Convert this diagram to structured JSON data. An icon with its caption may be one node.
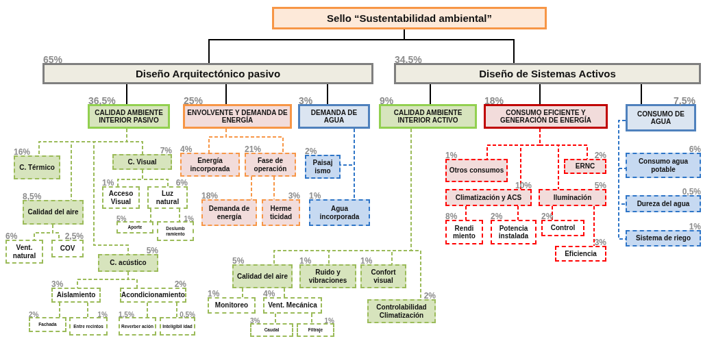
{
  "diagram": {
    "nodes": [
      {
        "text": [
          "Sello “Sustentabilidad ambiental”"
        ]
      },
      {
        "text": [
          "Diseño Arquitectónico pasivo"
        ],
        "beside": [
          "65%"
        ]
      },
      {
        "text": [
          "Diseño de Sistemas Activos"
        ],
        "beside": [
          "34,5%"
        ]
      },
      {
        "text": [
          "CALIDAD AMBIENTE INTERIOR PASIVO"
        ],
        "beside": [
          "36,5%"
        ]
      },
      {
        "text": [
          "ENVOLVENTE Y DEMANDA DE ENERGÍA"
        ],
        "beside": [
          "25%"
        ]
      },
      {
        "text": [
          "DEMANDA DE AGUA"
        ],
        "beside": [
          "3%"
        ]
      },
      {
        "text": [
          "CALIDAD AMBIENTE INTERIOR ACTIVO"
        ],
        "beside": [
          "9%"
        ]
      },
      {
        "text": [
          "CONSUMO EFICIENTE Y GENERACIÓN DE ENERGÍA"
        ],
        "beside": [
          "18%"
        ]
      },
      {
        "text": [
          "CONSUMO DE AGUA"
        ],
        "beside": [
          "7,5%"
        ]
      },
      {
        "text": [
          "C. Térmico"
        ],
        "beside": [
          "16%"
        ]
      },
      {
        "text": [
          "C. Visual"
        ],
        "beside": [
          "7%"
        ]
      },
      {
        "text": [
          "Acceso Visual"
        ],
        "beside": [
          "1%"
        ]
      },
      {
        "text": [
          "Luz natural"
        ],
        "beside": [
          "6%"
        ]
      },
      {
        "text": [
          "Aporte"
        ],
        "beside": [
          "5%"
        ]
      },
      {
        "text": [
          "Deslumb ramiento"
        ],
        "beside": [
          "1%"
        ]
      },
      {
        "text": [
          "Calidad del aire"
        ],
        "beside": [
          "8,5%"
        ]
      },
      {
        "text": [
          "Vent. natural"
        ],
        "beside": [
          "6%"
        ]
      },
      {
        "text": [
          "COV"
        ],
        "beside": [
          "2,5%"
        ]
      },
      {
        "text": [
          "C. acústico"
        ],
        "beside": [
          "5%"
        ]
      },
      {
        "text": [
          "Aislamiento"
        ],
        "beside": [
          "3%"
        ]
      },
      {
        "text": [
          "Acondicionamiento"
        ],
        "beside": [
          "2%"
        ]
      },
      {
        "text": [
          "Fachada"
        ],
        "beside": [
          "2%"
        ]
      },
      {
        "text": [
          "Entre recintos"
        ],
        "beside": [
          "1%"
        ]
      },
      {
        "text": [
          "Reverber ación"
        ],
        "beside": [
          "1,5%"
        ]
      },
      {
        "text": [
          "Inteligibil idad"
        ],
        "beside": [
          "0,5%"
        ]
      },
      {
        "text": [
          "Energía incorporada"
        ],
        "beside": [
          "4%"
        ]
      },
      {
        "text": [
          "Fase de operación"
        ],
        "beside": [
          "21%"
        ]
      },
      {
        "text": [
          "Demanda de energía"
        ],
        "beside": [
          "18%"
        ]
      },
      {
        "text": [
          "Herme ticidad"
        ],
        "beside": [
          "3%"
        ]
      },
      {
        "text": [
          "Paisaj ismo"
        ],
        "beside": [
          "2%"
        ]
      },
      {
        "text": [
          "Agua incorporada"
        ],
        "beside": [
          "1%"
        ]
      },
      {
        "text": [
          "Calidad del aire"
        ],
        "beside": [
          "5%"
        ]
      },
      {
        "text": [
          "Ruido y vibraciones"
        ],
        "beside": [
          "1%"
        ]
      },
      {
        "text": [
          "Confort visual"
        ],
        "beside": [
          "1%"
        ]
      },
      {
        "text": [
          "Controlabilidad Climatización"
        ],
        "beside": [
          "2%"
        ]
      },
      {
        "text": [
          "Monitoreo"
        ],
        "beside": [
          "1%"
        ]
      },
      {
        "text": [
          "Vent. Mecánica"
        ],
        "beside": [
          "4%"
        ]
      },
      {
        "text": [
          "Caudal"
        ],
        "beside": [
          "3%"
        ]
      },
      {
        "text": [
          "Filtraje"
        ],
        "beside": [
          "1%"
        ]
      },
      {
        "text": [
          "Otros consumos"
        ],
        "beside": [
          "1%"
        ]
      },
      {
        "text": [
          "ERNC"
        ],
        "beside": [
          "2%"
        ]
      },
      {
        "text": [
          "Climatización y ACS"
        ],
        "beside": [
          "10%"
        ]
      },
      {
        "text": [
          "Iluminación"
        ],
        "beside": [
          "5%"
        ]
      },
      {
        "text": [
          "Rendi miento"
        ],
        "beside": [
          "8%"
        ]
      },
      {
        "text": [
          "Potencia instalada"
        ],
        "beside": [
          "2%"
        ]
      },
      {
        "text": [
          "Control"
        ],
        "beside": [
          "2%"
        ]
      },
      {
        "text": [
          "Eficiencia"
        ],
        "beside": [
          "3%"
        ]
      },
      {
        "text": [
          "Consumo agua potable"
        ],
        "beside": [
          "6%"
        ]
      },
      {
        "text": [
          "Dureza del agua"
        ],
        "beside": [
          "0,5%"
        ]
      },
      {
        "text": [
          "Sistema de riego"
        ],
        "beside": [
          "1%"
        ]
      }
    ],
    "edges": [
      {
        "from": 0,
        "to": 1,
        "arrow": "none",
        "color": "#000000"
      },
      {
        "from": 0,
        "to": 2,
        "arrow": "none",
        "color": "#000000"
      },
      {
        "from": 1,
        "to": 3,
        "arrow": "none",
        "color": "#000000"
      },
      {
        "from": 1,
        "to": 4,
        "arrow": "none",
        "color": "#000000"
      },
      {
        "from": 1,
        "to": 5,
        "arrow": "none",
        "color": "#000000"
      },
      {
        "from": 2,
        "to": 6,
        "arrow": "none",
        "color": "#000000"
      },
      {
        "from": 2,
        "to": 7,
        "arrow": "none",
        "color": "#000000"
      },
      {
        "from": 2,
        "to": 8,
        "arrow": "none",
        "color": "#000000"
      },
      {
        "from": 3,
        "to": 9,
        "arrow": "none",
        "style": "dashed",
        "color": "#9bbb59"
      },
      {
        "from": 3,
        "to": 10,
        "arrow": "none",
        "style": "dashed",
        "color": "#9bbb59"
      },
      {
        "from": 3,
        "to": 15,
        "arrow": "none",
        "style": "dashed",
        "color": "#9bbb59"
      },
      {
        "from": 3,
        "to": 18,
        "arrow": "none",
        "style": "dashed",
        "color": "#9bbb59"
      },
      {
        "from": 10,
        "to": 11,
        "arrow": "none",
        "style": "dashed",
        "color": "#9bbb59"
      },
      {
        "from": 10,
        "to": 12,
        "arrow": "none",
        "style": "dashed",
        "color": "#9bbb59"
      },
      {
        "from": 12,
        "to": 13,
        "arrow": "none",
        "style": "dashed",
        "color": "#9bbb59"
      },
      {
        "from": 12,
        "to": 14,
        "arrow": "none",
        "style": "dashed",
        "color": "#9bbb59"
      },
      {
        "from": 15,
        "to": 16,
        "arrow": "none",
        "style": "dashed",
        "color": "#9bbb59"
      },
      {
        "from": 15,
        "to": 17,
        "arrow": "none",
        "style": "dashed",
        "color": "#9bbb59"
      },
      {
        "from": 18,
        "to": 19,
        "arrow": "none",
        "style": "dashed",
        "color": "#9bbb59"
      },
      {
        "from": 18,
        "to": 20,
        "arrow": "none",
        "style": "dashed",
        "color": "#9bbb59"
      },
      {
        "from": 19,
        "to": 21,
        "arrow": "none",
        "style": "dashed",
        "color": "#9bbb59"
      },
      {
        "from": 19,
        "to": 22,
        "arrow": "none",
        "style": "dashed",
        "color": "#9bbb59"
      },
      {
        "from": 20,
        "to": 23,
        "arrow": "none",
        "style": "dashed",
        "color": "#9bbb59"
      },
      {
        "from": 20,
        "to": 24,
        "arrow": "none",
        "style": "dashed",
        "color": "#9bbb59"
      },
      {
        "from": 4,
        "to": 25,
        "arrow": "none",
        "style": "dashed",
        "color": "#f79646"
      },
      {
        "from": 4,
        "to": 26,
        "arrow": "none",
        "style": "dashed",
        "color": "#f79646"
      },
      {
        "from": 26,
        "to": 27,
        "arrow": "none",
        "style": "dashed",
        "color": "#f79646"
      },
      {
        "from": 26,
        "to": 28,
        "arrow": "none",
        "style": "dashed",
        "color": "#f79646"
      },
      {
        "from": 5,
        "to": 29,
        "arrow": "none",
        "style": "dashed",
        "color": "#2e75c7"
      },
      {
        "from": 5,
        "to": 30,
        "arrow": "none",
        "style": "dashed",
        "color": "#2e75c7"
      },
      {
        "from": 6,
        "to": 31,
        "arrow": "none",
        "style": "dashed",
        "color": "#9bbb59"
      },
      {
        "from": 6,
        "to": 32,
        "arrow": "none",
        "style": "dashed",
        "color": "#9bbb59"
      },
      {
        "from": 6,
        "to": 33,
        "arrow": "none",
        "style": "dashed",
        "color": "#9bbb59"
      },
      {
        "from": 6,
        "to": 34,
        "arrow": "none",
        "style": "dashed",
        "color": "#9bbb59"
      },
      {
        "from": 31,
        "to": 35,
        "arrow": "none",
        "style": "dashed",
        "color": "#9bbb59"
      },
      {
        "from": 31,
        "to": 36,
        "arrow": "none",
        "style": "dashed",
        "color": "#9bbb59"
      },
      {
        "from": 36,
        "to": 37,
        "arrow": "none",
        "style": "dashed",
        "color": "#9bbb59"
      },
      {
        "from": 36,
        "to": 38,
        "arrow": "none",
        "style": "dashed",
        "color": "#9bbb59"
      },
      {
        "from": 7,
        "to": 39,
        "arrow": "none",
        "style": "dashed",
        "color": "#ff0000"
      },
      {
        "from": 7,
        "to": 40,
        "arrow": "none",
        "style": "dashed",
        "color": "#ff0000"
      },
      {
        "from": 7,
        "to": 41,
        "arrow": "none",
        "style": "dashed",
        "color": "#ff0000"
      },
      {
        "from": 7,
        "to": 42,
        "arrow": "none",
        "style": "dashed",
        "color": "#ff0000"
      },
      {
        "from": 41,
        "to": 43,
        "arrow": "none",
        "style": "dashed",
        "color": "#ff0000"
      },
      {
        "from": 41,
        "to": 44,
        "arrow": "none",
        "style": "dashed",
        "color": "#ff0000"
      },
      {
        "from": 42,
        "to": 45,
        "arrow": "none",
        "style": "dashed",
        "color": "#ff0000"
      },
      {
        "from": 42,
        "to": 46,
        "arrow": "none",
        "style": "dashed",
        "color": "#ff0000"
      },
      {
        "from": 8,
        "to": 47,
        "arrow": "none",
        "style": "dashed",
        "color": "#2e75c7"
      },
      {
        "from": 8,
        "to": 48,
        "arrow": "none",
        "style": "dashed",
        "color": "#2e75c7"
      },
      {
        "from": 8,
        "to": 49,
        "arrow": "none",
        "style": "dashed",
        "color": "#2e75c7"
      }
    ]
  }
}
